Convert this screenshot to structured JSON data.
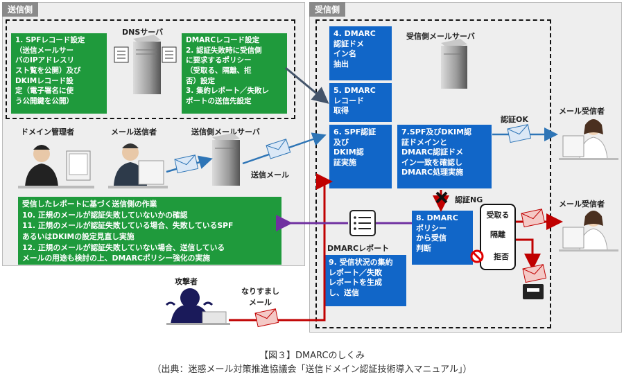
{
  "sender_panel": {
    "tag": "送信側"
  },
  "receiver_panel": {
    "tag": "受信側"
  },
  "dns_server_label": "DNSサーバ",
  "spf_box": {
    "lines": "1. SPFレコード設定\n（送信メールサー\nバのIPアドレスリ\nスト​覧を公開）及び\nDKIMレコード設\n定（電子署名に使\nう公開鍵を公開）"
  },
  "dmarc_record_box": {
    "lines": "DMARCレコード設定\n2. 認証失敗時に受信側\nに要求するポリシー\n（受取る、隔離、拒\n否）設定\n3. 集約レポート／失敗レ\nポートの送信先設定"
  },
  "domain_admin_label": "ドメイン管理者",
  "mail_sender_label": "メール送信者",
  "sender_mail_server_label": "送信側メールサーバ",
  "sent_mail_label": "送信メール",
  "sender_actions_box": {
    "lines": "受信したレポートに基づく送信側の作業\n10. 正規のメールが認証失敗していないかの確認\n11. 正規のメールが認証失敗している場合、失敗しているSPF\n      あるいはDKIMの設定見直し実施\n12. 正規のメールが認証失敗していない場合、送信している\n      メールの用途も検討の上、DMARCポリシー強化の実施"
  },
  "attacker_label": "攻撃者",
  "spoof_mail_label": "なりすまし\nメール",
  "receiver_mail_server_label": "受信側メールサーバ",
  "step4_box": {
    "lines": "4.  DMARC\n認証ドメ\nイン名\n抽出"
  },
  "step5_box": {
    "lines": "5.  DMARC\nレコード\n取得"
  },
  "step6_box": {
    "lines": "6. SPF認証\n及び\nDKIM認\n証実施"
  },
  "step7_box": {
    "lines": "7.SPF及びDKIM認\n証ドメインと\nDMARC認証ドメ\nイン一致を確認し\nDMARC処理実施"
  },
  "auth_ok_label": "認証OK",
  "auth_ng_label": "認証NG",
  "recipient_label_1": "メール受信者",
  "recipient_label_2": "メール受信者",
  "step8_box": {
    "lines": "8. DMARC\nポリシー\nから受信\n判断"
  },
  "policy_options": {
    "accept": "受取る",
    "quarantine": "隔離",
    "reject": "拒否"
  },
  "dmarc_report_label": "DMARCレポート",
  "step9_box": {
    "lines": "9. 受信状況の集約\nレポート／失敗\nレポートを生成\nし、送信"
  },
  "caption": {
    "line1": "【図３】DMARCのしくみ",
    "line2": "（出典：迷惑メール対策推進協議会「送信ドメイン認証技術導入マニュアル」）"
  },
  "colors": {
    "green": "#1f9a3c",
    "blue": "#1166c8",
    "red_arrow": "#c00000",
    "purple_arrow": "#7030a0",
    "blue_arrow": "#2e75b6"
  }
}
